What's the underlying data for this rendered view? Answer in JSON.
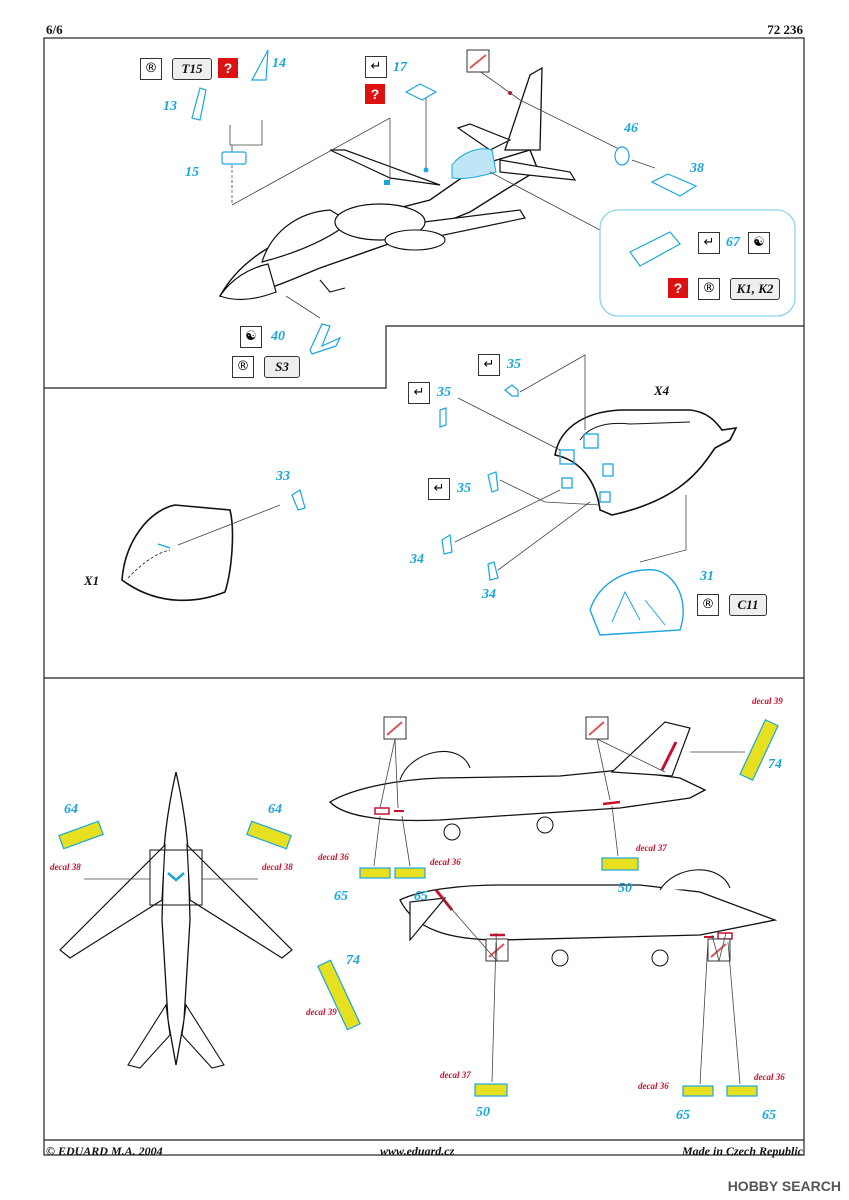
{
  "header": {
    "page": "6/6",
    "code": "72 236"
  },
  "footer": {
    "copyright": "© EDUARD  M.A. 2004",
    "website": "www.eduard.cz",
    "origin": "Made in Czech Republic"
  },
  "watermark": "HOBBY SEARCH",
  "colors": {
    "pe_part": "#1aa6dd",
    "decal_red": "#c8102e",
    "yellow": "#e6e020",
    "question": "#dd1111"
  },
  "section1": {
    "parts": [
      "14",
      "13",
      "15",
      "17",
      "46",
      "38",
      "67",
      "40"
    ],
    "boxes": [
      "T15",
      "K1, K2",
      "S3"
    ],
    "question": "?"
  },
  "section2": {
    "parts": [
      "35",
      "35",
      "35",
      "33",
      "34",
      "34",
      "31"
    ],
    "labels": [
      "X4",
      "X1"
    ],
    "boxes": [
      "C11"
    ]
  },
  "section3": {
    "parts": [
      "64",
      "64",
      "65",
      "65",
      "50",
      "74",
      "74",
      "50",
      "65",
      "65"
    ],
    "decals": [
      "decal 39",
      "decal 38",
      "decal 38",
      "decal 36",
      "decal 36",
      "decal 37",
      "decal 39",
      "decal 37",
      "decal 36",
      "decal 36"
    ]
  }
}
